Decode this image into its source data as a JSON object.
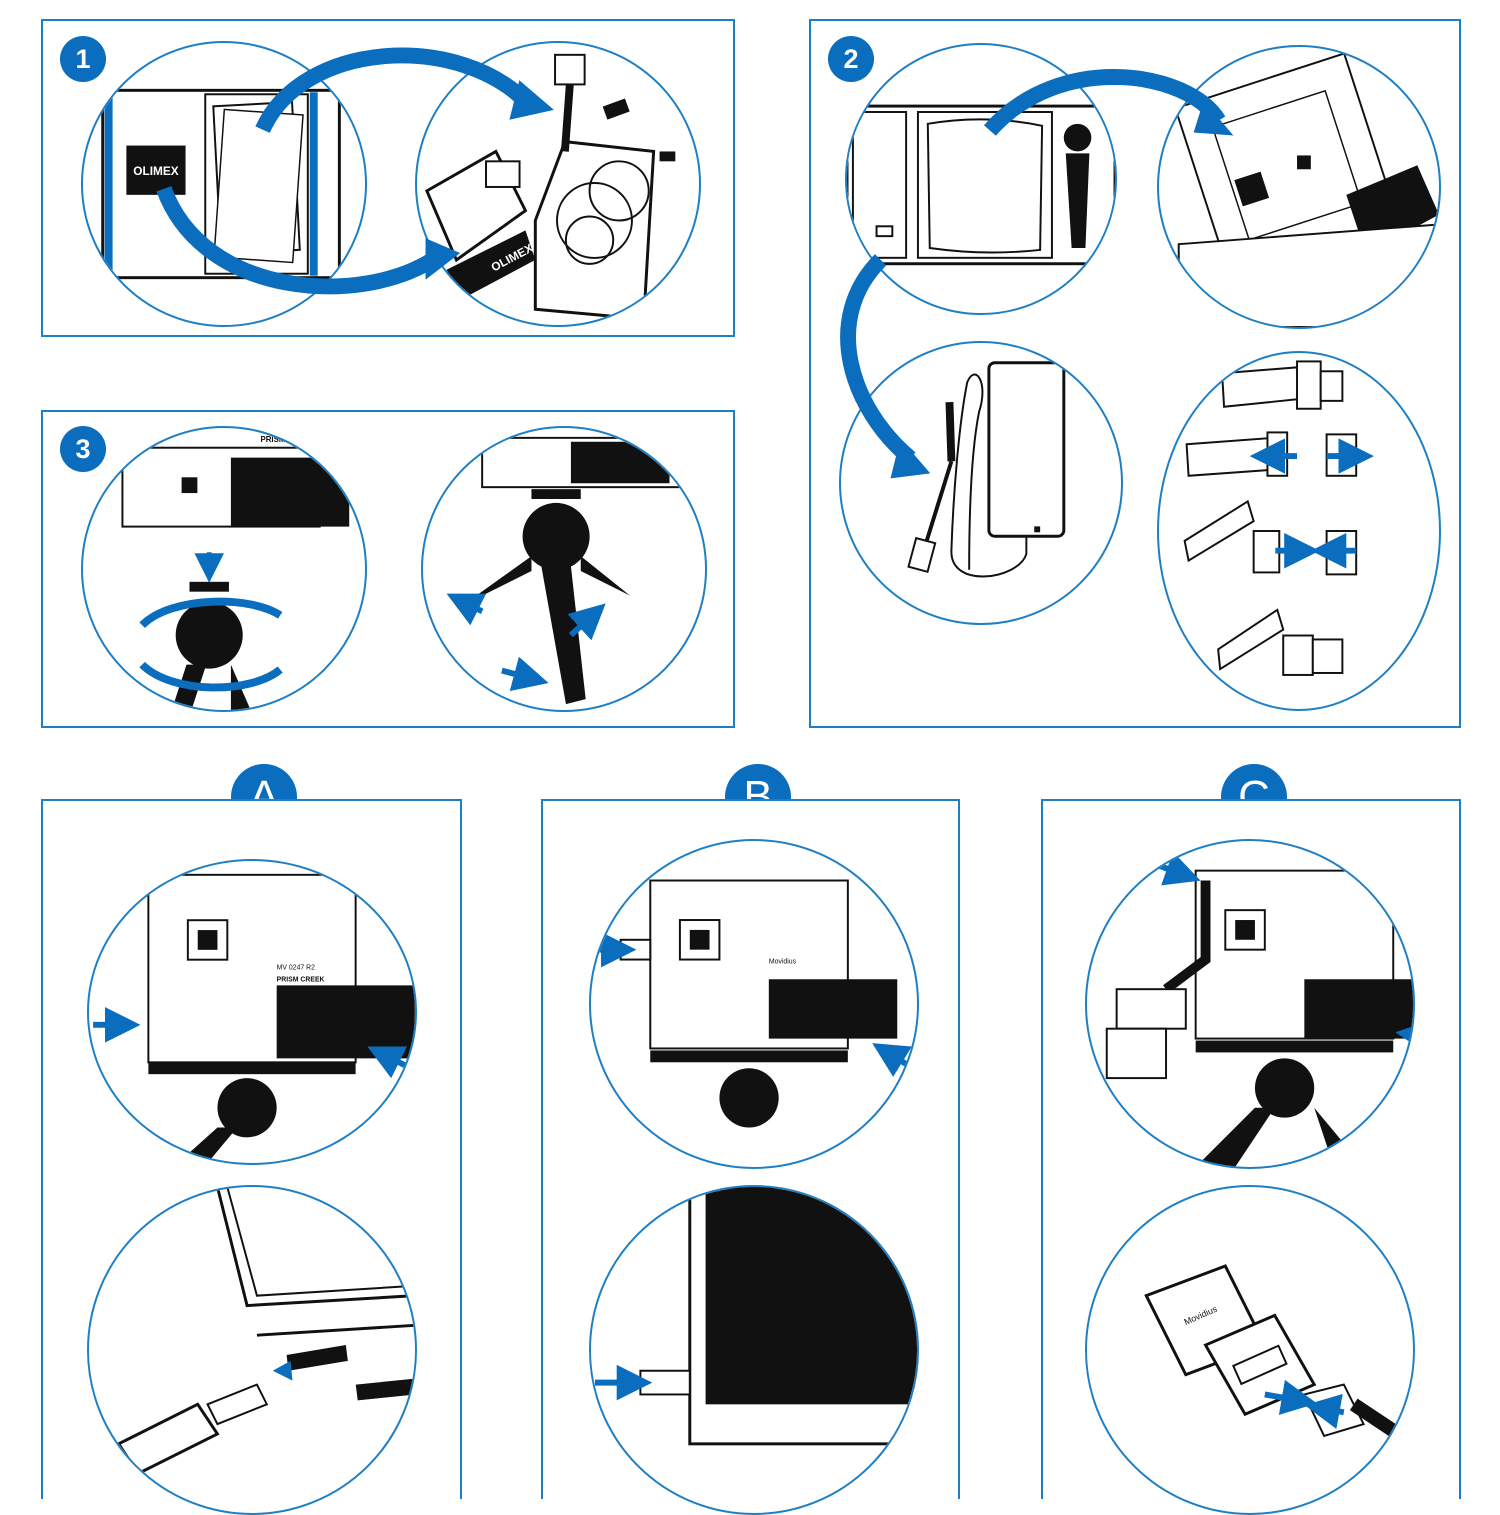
{
  "steps": [
    {
      "id": "1",
      "label": "1"
    },
    {
      "id": "2",
      "label": "2"
    },
    {
      "id": "3",
      "label": "3"
    }
  ],
  "options": [
    {
      "id": "A",
      "label": "A"
    },
    {
      "id": "B",
      "label": "B"
    },
    {
      "id": "C",
      "label": "C"
    }
  ],
  "printed_text": {
    "box_logo": "OLIMEX",
    "strap_logo": "OLIMEX",
    "board_name": "PRISM CREEK",
    "board_part": "MV 0247 R2",
    "vendor": "Movidius"
  },
  "colors": {
    "accent": "#0a6dbd",
    "border": "#1f7fc4",
    "ink": "#111111"
  },
  "icons": [
    "box-icon",
    "bag-icon",
    "cable-icon",
    "power-adapter-icon",
    "ribbon-cable-icon",
    "tripod-icon",
    "usb-plug-icon",
    "hdmi-plug-icon",
    "jtag-connector-icon",
    "laptop-icon",
    "monitor-icon"
  ]
}
